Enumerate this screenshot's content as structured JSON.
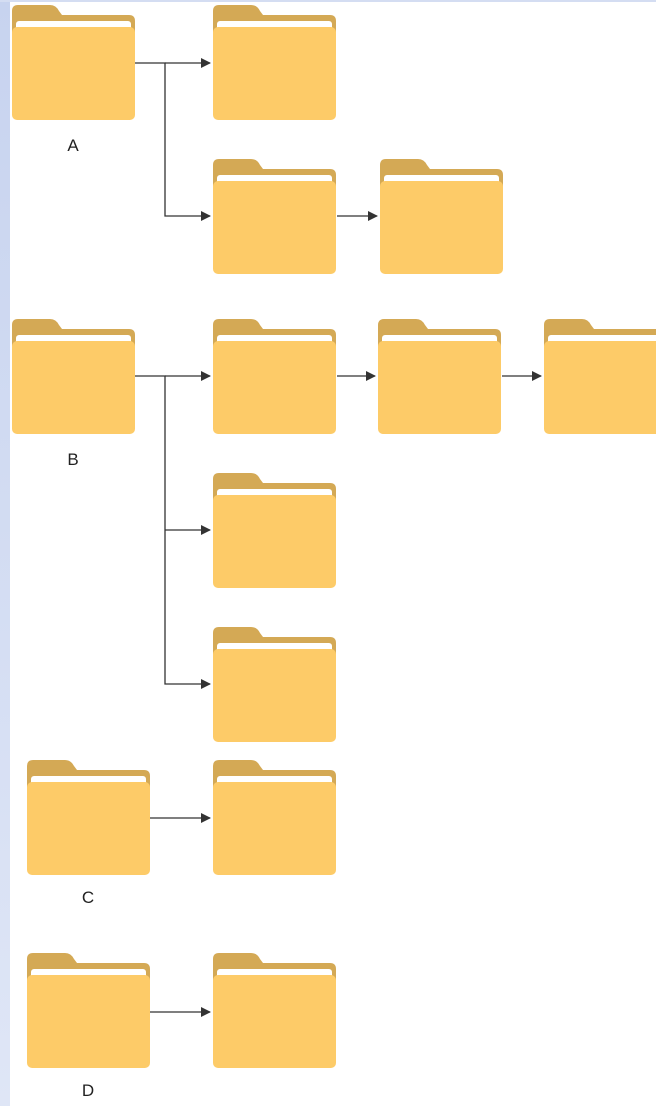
{
  "groups": [
    {
      "id": "A",
      "label": "A"
    },
    {
      "id": "B",
      "label": "B"
    },
    {
      "id": "C",
      "label": "C"
    },
    {
      "id": "D",
      "label": "D"
    }
  ],
  "colors": {
    "folder_back": "#D4A955",
    "folder_front": "#FDCB68",
    "folder_paper": "#FFFFFF",
    "connector": "#333333",
    "sidebar": "#C9D5EF"
  },
  "icons": {
    "folder": "folder-icon",
    "arrow": "arrow-right-icon"
  }
}
